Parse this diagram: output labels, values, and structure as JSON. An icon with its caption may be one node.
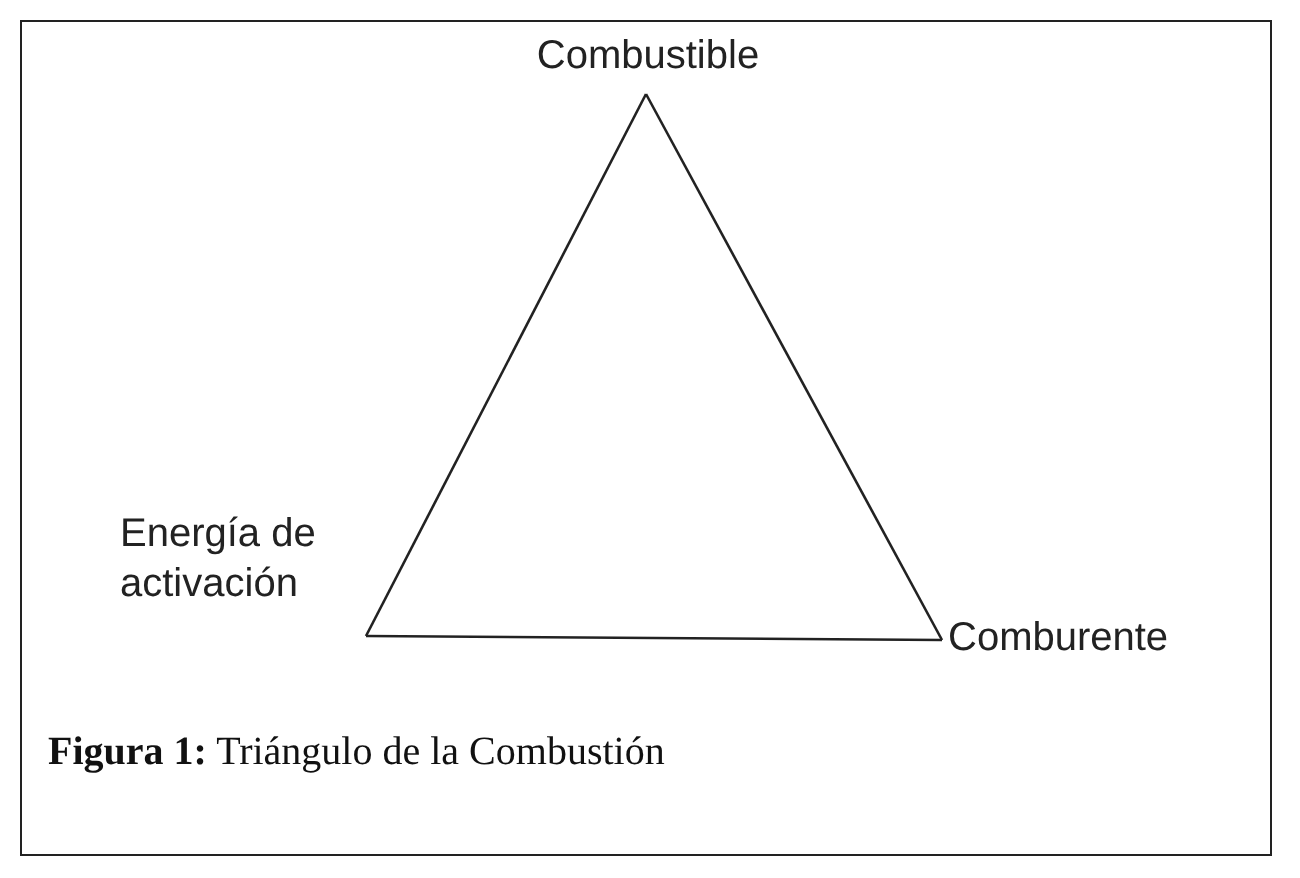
{
  "diagram": {
    "caption": "**Figura 1:** Triángulo de la Combustión",
    "nodes": [
      {
        "text": [
          "Combustible"
        ]
      },
      {
        "text": [
          "Energía de activación"
        ]
      },
      {
        "text": [
          "Comburente"
        ]
      }
    ],
    "edges": [
      {
        "from": 0,
        "to": 1,
        "arrow": "none"
      },
      {
        "from": 1,
        "to": 2,
        "arrow": "none"
      },
      {
        "from": 2,
        "to": 0,
        "arrow": "none"
      }
    ]
  }
}
